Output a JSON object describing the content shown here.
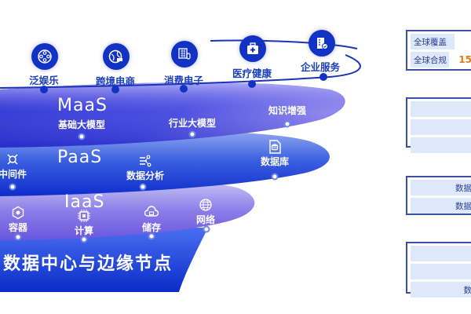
{
  "industries": [
    {
      "label": "泛娱乐",
      "icon": "film-reel-icon"
    },
    {
      "label": "跨境电商",
      "icon": "globe-cart-icon"
    },
    {
      "label": "消费电子",
      "icon": "device-icon"
    },
    {
      "label": "医疗健康",
      "icon": "medical-kit-icon"
    },
    {
      "label": "企业服务",
      "icon": "enterprise-building-icon"
    }
  ],
  "layers": {
    "maas": {
      "title": "MaaS",
      "nodes": [
        {
          "label": "基础大模型"
        },
        {
          "label": "行业大模型"
        },
        {
          "label": "知识增强"
        }
      ]
    },
    "paas": {
      "title": "PaaS",
      "nodes": [
        {
          "label": "中间件",
          "icon": "middleware-icon"
        },
        {
          "label": "数据分析",
          "icon": "data-analysis-icon"
        },
        {
          "label": "数据库",
          "icon": "database-icon"
        }
      ]
    },
    "iaas": {
      "title": "IaaS",
      "nodes": [
        {
          "label": "容器",
          "icon": "container-icon"
        },
        {
          "label": "计算",
          "icon": "chip-icon"
        },
        {
          "label": "储存",
          "icon": "cloud-storage-icon"
        },
        {
          "label": "网络",
          "icon": "network-globe-icon"
        }
      ]
    }
  },
  "base": {
    "label": "数据中心与边缘节点"
  },
  "panels": {
    "global": {
      "rows": [
        {
          "label": "全球覆盖",
          "value": ""
        },
        {
          "label": "全球合规",
          "value": "15"
        }
      ]
    },
    "panel2": {
      "rows": [
        {
          "label": ""
        },
        {
          "label": ""
        },
        {
          "label": ""
        }
      ]
    },
    "panel3": {
      "rows": [
        {
          "label": "数据"
        },
        {
          "label": "数据"
        }
      ]
    },
    "panel4": {
      "rows": [
        {
          "label": ""
        },
        {
          "label": ""
        },
        {
          "label": "数"
        }
      ]
    }
  },
  "colors": {
    "primary": "#1232c4",
    "accent": "#e07b1c",
    "panel_row": "#dde8fb",
    "panel_border": "#3a4fa8"
  }
}
